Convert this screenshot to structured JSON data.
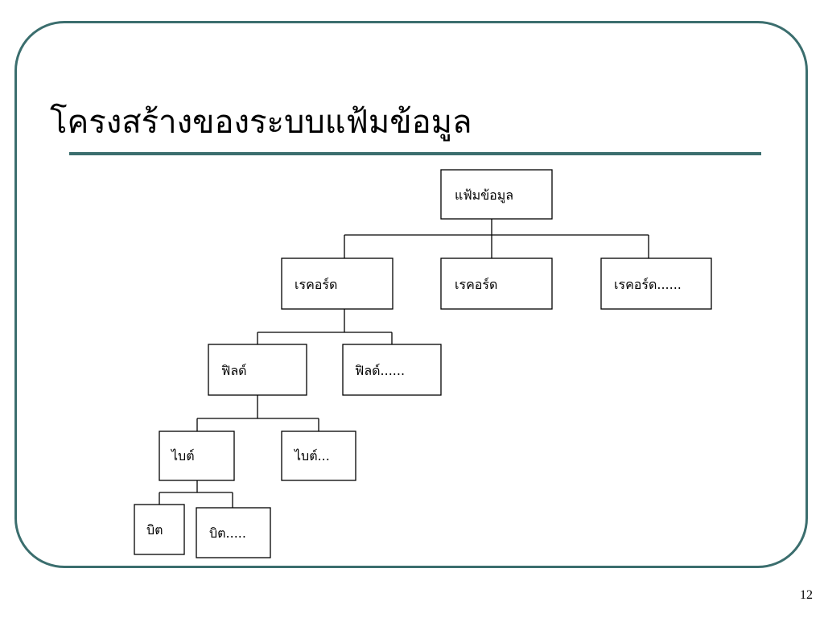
{
  "slide": {
    "title": "โครงสร้างของระบบแฟ้มข้อมูล",
    "page_number": "12",
    "accent_color": "#3b6e6e"
  },
  "hierarchy": {
    "file": "แฟ้มข้อมูล",
    "records": [
      "เรคอร์ด",
      "เรคอร์ด",
      "เรคอร์ด......"
    ],
    "fields": [
      "ฟิลด์",
      "ฟิลด์......"
    ],
    "bytes": [
      "ไบต์",
      "ไบต์..."
    ],
    "bits": [
      "บิต",
      "บิต....."
    ]
  }
}
